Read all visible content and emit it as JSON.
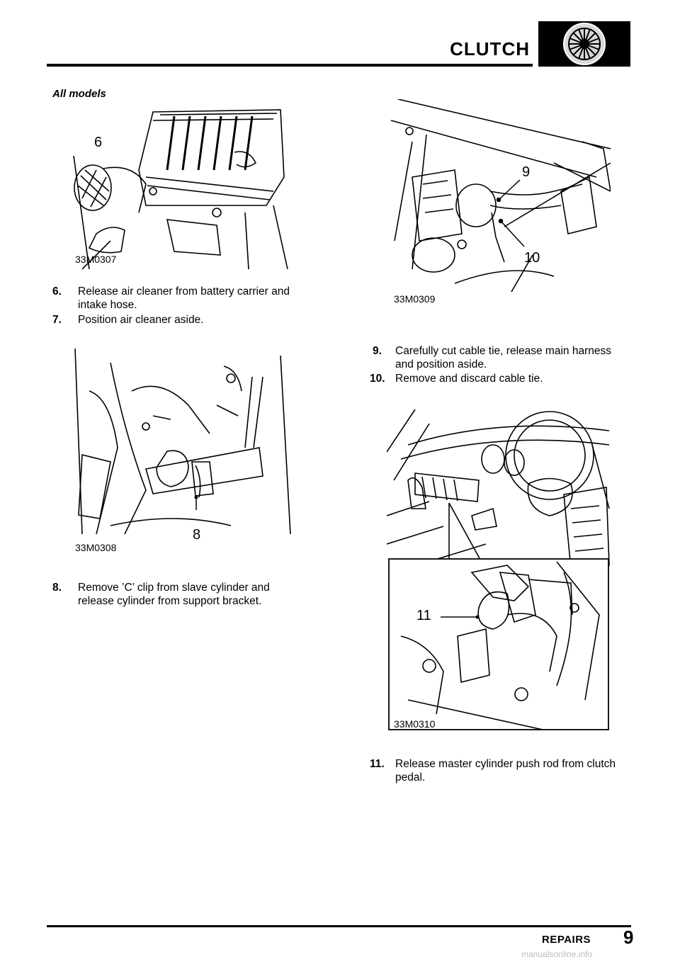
{
  "header": {
    "section": "CLUTCH"
  },
  "subheading": "All models",
  "figures": [
    {
      "id": "33M0307",
      "callouts": [
        "6"
      ]
    },
    {
      "id": "33M0308",
      "callouts": [
        "8"
      ]
    },
    {
      "id": "33M0309",
      "callouts": [
        "9",
        "10"
      ]
    },
    {
      "id": "33M0310",
      "callouts": [
        "11"
      ]
    }
  ],
  "steps": [
    {
      "num": "6.",
      "text": "Release air cleaner from battery carrier and intake hose."
    },
    {
      "num": "7.",
      "text": "Position air cleaner aside."
    },
    {
      "num": "8.",
      "text": "Remove ’C’ clip from slave cylinder and release cylinder from support bracket."
    },
    {
      "num": "9.",
      "text": "Carefully cut cable tie, release main harness and position aside."
    },
    {
      "num": "10.",
      "text": "Remove and discard cable tie."
    },
    {
      "num": "11.",
      "text": "Release master cylinder push rod from clutch pedal."
    }
  ],
  "footer": {
    "label": "REPAIRS",
    "page": "9"
  },
  "watermark": "manualsonline.info"
}
